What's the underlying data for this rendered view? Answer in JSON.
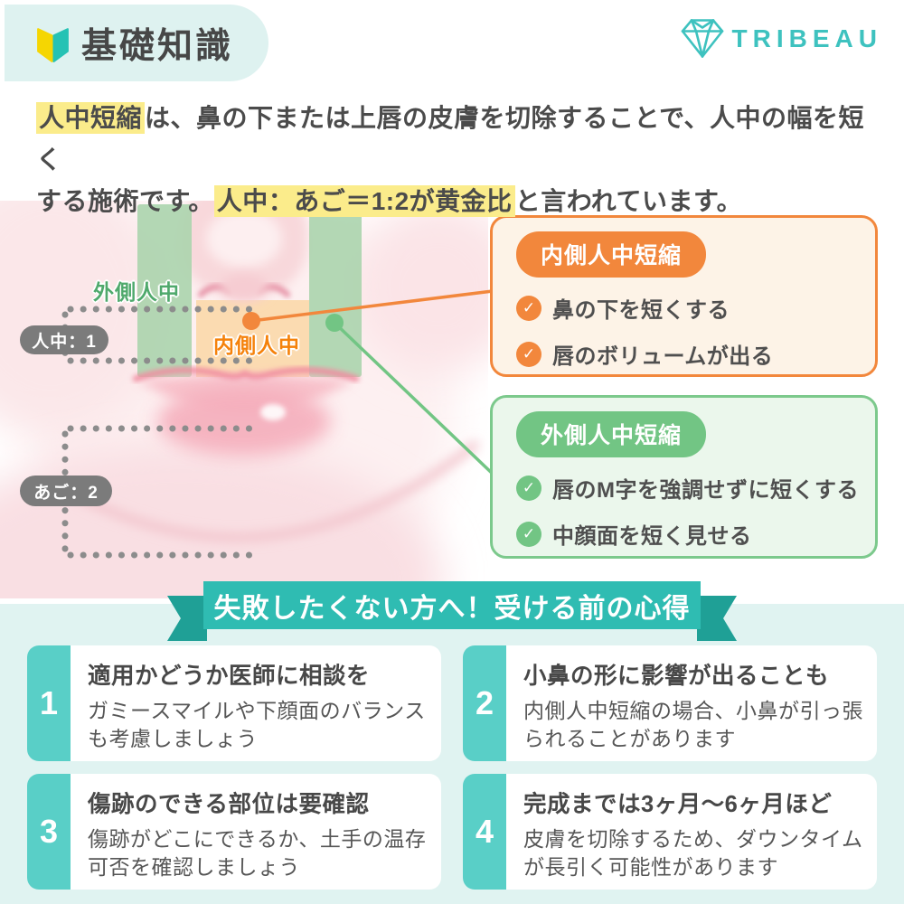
{
  "header": {
    "title": "基礎知識",
    "logo_text": "TRIBEAU"
  },
  "intro": {
    "line1_highlight": "人中短縮",
    "line1_rest": "は、鼻の下または上唇の皮膚を切除することで、人中の幅を短く",
    "line2_pre": "する施術です。",
    "line2_highlight": "人中：あご＝1:2が黄金比",
    "line2_rest": "と言われています。"
  },
  "diagram": {
    "labels": {
      "outer_philtrum": "外側人中",
      "inner_philtrum": "内側人中",
      "philtrum_ratio": "人中：1",
      "chin_ratio": "あご：2"
    },
    "callouts": [
      {
        "title": "内側人中短縮",
        "items": [
          "鼻の下を短くする",
          "唇のボリュームが出る"
        ],
        "accent": "#f2873c"
      },
      {
        "title": "外側人中短縮",
        "items": [
          "唇のM字を強調せずに短くする",
          "中顔面を短く見せる"
        ],
        "accent": "#72c584"
      }
    ]
  },
  "ribbon": {
    "text": "失敗したくない方へ！受ける前の心得"
  },
  "tips": [
    {
      "number": "1",
      "title": "適用かどうか医師に相談を",
      "body": "ガミースマイルや下顔面のバランスも考慮しましょう"
    },
    {
      "number": "2",
      "title": "小鼻の形に影響が出ることも",
      "body": "内側人中短縮の場合、小鼻が引っ張られることがあります"
    },
    {
      "number": "3",
      "title": "傷跡のできる部位は要確認",
      "body": "傷跡がどこにできるか、土手の温存可否を確認しましょう"
    },
    {
      "number": "4",
      "title": "完成までは3ヶ月〜6ヶ月ほど",
      "body": "皮膚を切除するため、ダウンタイムが長引く可能性があります"
    }
  ],
  "colors": {
    "brand_teal": "#3ec2bf",
    "ribbon_teal": "#2fbcb2",
    "ribbon_tail": "#1fa096",
    "tip_number_teal": "#59cfc7",
    "header_badge_bg": "#def2f0",
    "bottom_bg": "#e0f3f1",
    "accent_orange": "#f2873c",
    "accent_green": "#72c584",
    "highlight_yellow": "#fbec8b",
    "text_dark": "#4b4b4b",
    "beginner_mark_yellow": "#f5d602",
    "beginner_mark_teal": "#25c2b4"
  }
}
